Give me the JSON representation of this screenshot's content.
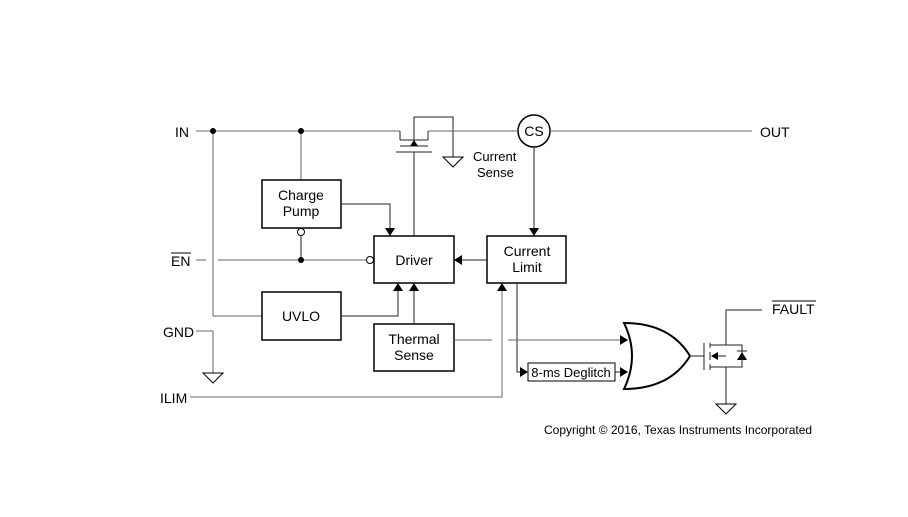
{
  "pins": {
    "in": "IN",
    "en": "EN",
    "gnd": "GND",
    "ilim": "ILIM",
    "out": "OUT",
    "fault": "FAULT"
  },
  "blocks": {
    "charge_pump_line1": "Charge",
    "charge_pump_line2": "Pump",
    "driver": "Driver",
    "current_limit_line1": "Current",
    "current_limit_line2": "Limit",
    "uvlo": "UVLO",
    "thermal_sense_line1": "Thermal",
    "thermal_sense_line2": "Sense",
    "deglitch": "8-ms Deglitch",
    "cs": "CS"
  },
  "labels": {
    "current_sense_line1": "Current",
    "current_sense_line2": "Sense"
  },
  "copyright": "Copyright © 2016, Texas Instruments Incorporated"
}
